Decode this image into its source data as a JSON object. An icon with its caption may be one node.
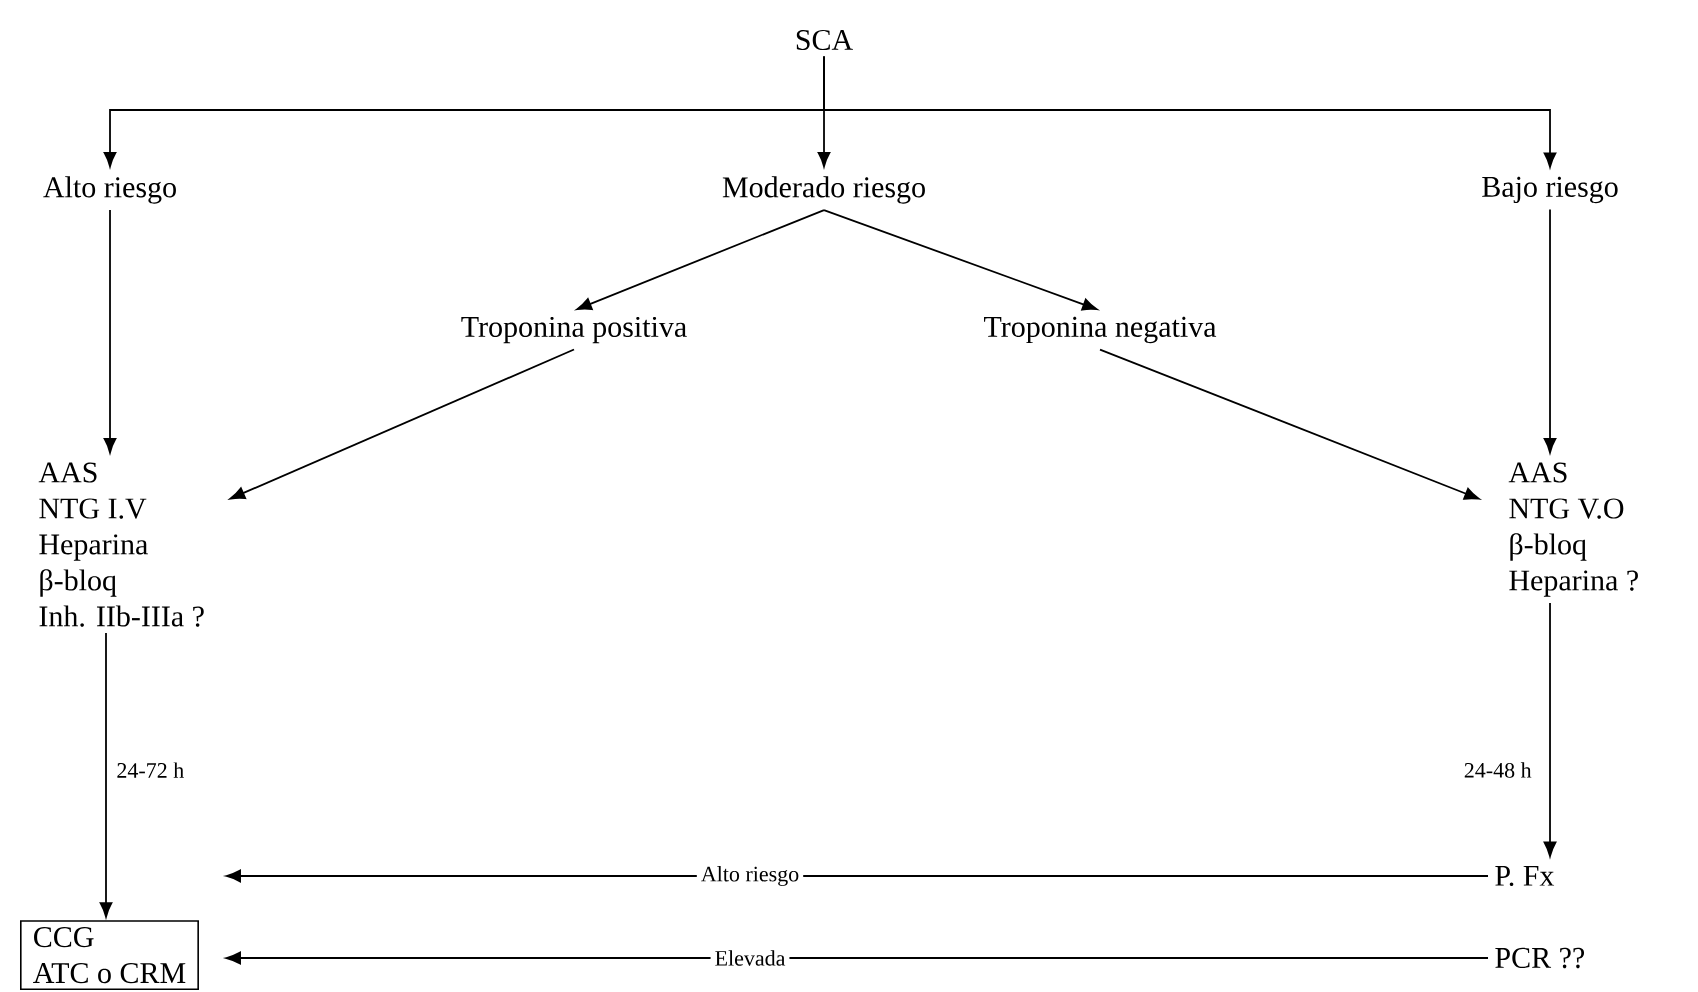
{
  "diagram": {
    "nodes": [
      {
        "text": [
          "SCA"
        ]
      },
      {
        "text": [
          "Alto riesgo"
        ]
      },
      {
        "text": [
          "Moderado riesgo"
        ]
      },
      {
        "text": [
          "Bajo riesgo"
        ]
      },
      {
        "text": [
          "Troponina positiva"
        ]
      },
      {
        "text": [
          "Troponina negativa"
        ]
      },
      {
        "text": [
          "AAS",
          "NTG I.V",
          "Heparina",
          "β-bloq",
          "Inh. IIb-IIIa ?"
        ]
      },
      {
        "text": [
          "AAS",
          "NTG V.O",
          "β-bloq",
          "Heparina ?"
        ]
      },
      {
        "text": [
          "CCG",
          "ATC o CRM"
        ]
      },
      {
        "text": [
          "P. Fx"
        ]
      },
      {
        "text": [
          "PCR ??"
        ]
      }
    ],
    "edges": [
      {
        "from": 0,
        "to": 1,
        "arrow": "to"
      },
      {
        "from": 0,
        "to": 2,
        "arrow": "to"
      },
      {
        "from": 0,
        "to": 3,
        "arrow": "to"
      },
      {
        "from": 2,
        "to": 4,
        "arrow": "to"
      },
      {
        "from": 2,
        "to": 5,
        "arrow": "to"
      },
      {
        "from": 1,
        "to": 6,
        "arrow": "to"
      },
      {
        "from": 3,
        "to": 7,
        "arrow": "to"
      },
      {
        "from": 4,
        "to": 6,
        "arrow": "to"
      },
      {
        "from": 5,
        "to": 7,
        "arrow": "to"
      },
      {
        "from": 6,
        "to": 8,
        "arrow": "to",
        "label": "24-72 h"
      },
      {
        "from": 7,
        "to": 9,
        "arrow": "to",
        "label": "24-48 h"
      },
      {
        "from": 9,
        "to": 8,
        "arrow": "to",
        "label": "Alto riesgo"
      },
      {
        "from": 10,
        "to": 8,
        "arrow": "to",
        "label": "Elevada"
      }
    ]
  }
}
